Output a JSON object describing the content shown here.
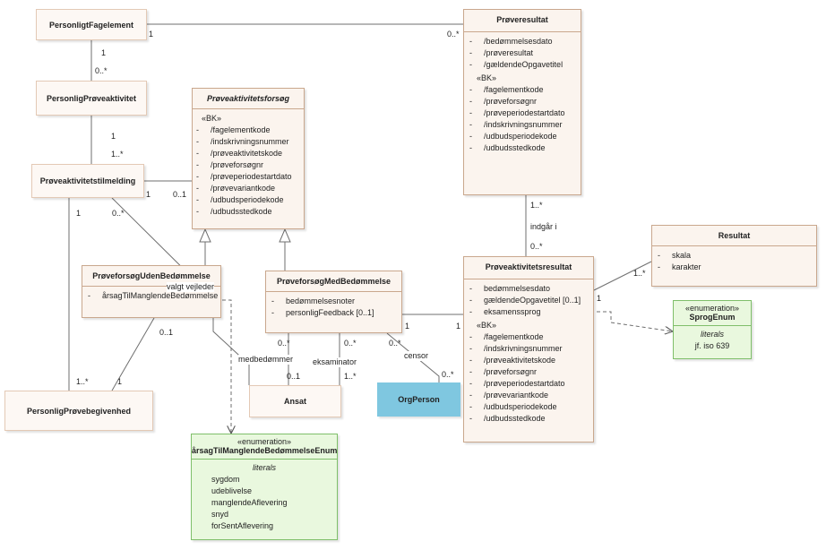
{
  "classes": {
    "personligt_fagelement": {
      "name": "PersonligtFagelement"
    },
    "personlig_proeveaktivitet": {
      "name": "PersonligPrøveaktivitet"
    },
    "proeveaktivitetstilmelding": {
      "name": "Prøveaktivitetstilmelding"
    },
    "personlig_proevebegivenhed": {
      "name": "PersonligPrøvebegivenhed"
    },
    "proeveaktivitetsforsoeg": {
      "name": "Prøveaktivitetsforsøg",
      "bk_label": "«BK»",
      "attributes": [
        "/fagelementkode",
        "/indskrivningsnummer",
        "/prøveaktivitetskode",
        "/prøveforsøgnr",
        "/prøveperiodestartdato",
        "/prøvevariantkode",
        "/udbudsperiodekode",
        "/udbudsstedkode"
      ]
    },
    "proeveforsoeg_uden": {
      "name": "PrøveforsøgUdenBedømmelse",
      "attributes": [
        "årsagTilManglendeBedømmelse"
      ]
    },
    "proeveforsoeg_med": {
      "name": "PrøveforsøgMedBedømmelse",
      "attributes": [
        "bedømmelsesnoter",
        "personligFeedback [0..1]"
      ]
    },
    "ansat": {
      "name": "Ansat"
    },
    "orgperson": {
      "name": "OrgPerson"
    },
    "proeveresultat": {
      "name": "Prøveresultat",
      "attributes": [
        "/bedømmelsesdato",
        "/prøveresultat",
        "/gældendeOpgavetitel"
      ],
      "bk_label": "«BK»",
      "bk_attributes": [
        "/fagelementkode",
        "/prøveforsøgnr",
        "/prøveperiodestartdato",
        "/indskrivningsnummer",
        "/udbudsperiodekode",
        "/udbudsstedkode"
      ]
    },
    "proeveaktivitetsresultat": {
      "name": "Prøveaktivitetsresultat",
      "attributes": [
        "bedømmelsesdato",
        "gældendeOpgavetitel [0..1]",
        "eksamenssprog"
      ],
      "bk_label": "«BK»",
      "bk_attributes": [
        "/fagelementkode",
        "/indskrivningsnummer",
        "/prøveaktivitetskode",
        "/prøveforsøgnr",
        "/prøveperiodestartdato",
        "/prøvevariantkode",
        "/udbudsperiodekode",
        "/udbudsstedkode"
      ]
    },
    "resultat": {
      "name": "Resultat",
      "attributes": [
        "skala",
        "karakter"
      ]
    },
    "sprog_enum": {
      "stereotype": "«enumeration»",
      "name": "SprogEnum",
      "literals_label": "literals",
      "literals": [
        "jf. iso 639"
      ]
    },
    "aarsag_enum": {
      "stereotype": "«enumeration»",
      "name": "årsagTilManglendeBedømmelseEnum",
      "literals_label": "literals",
      "literals": [
        "sygdom",
        "udeblivelse",
        "manglendeAflevering",
        "snyd",
        "forSentAflevering"
      ]
    }
  },
  "labels": {
    "pf_pr_1": "1",
    "pf_pr_0n": "0..*",
    "pf_ppa_1": "1",
    "pf_ppa_0n": "0..*",
    "ppa_pat_1": "1",
    "ppa_pat_1n": "1..*",
    "pat_paf_1": "1",
    "pat_paf_01": "0..1",
    "pat_ansat_0n": "0..*",
    "pat_ppb_1": "1",
    "uden_ppb_01": "0..1",
    "uden_ppb_1": "1",
    "ppb_1n": "1..*",
    "valgt_vejleder": "valgt vejleder",
    "medbedoemmer": "medbedømmer",
    "med_medb_0n": "0..*",
    "ansat_medb_01": "0..1",
    "eksaminator": "eksaminator",
    "med_eks_0n": "0..*",
    "ansat_eks_1n": "1..*",
    "censor": "censor",
    "med_cen_0n": "0..*",
    "org_cen_0n": "0..*",
    "med_par_1a": "1",
    "med_par_1b": "1",
    "indgaar_i": "indgår i",
    "pr_1n": "1..*",
    "par_0n": "0..*",
    "par_res_1": "1",
    "res_1n": "1..*"
  }
}
